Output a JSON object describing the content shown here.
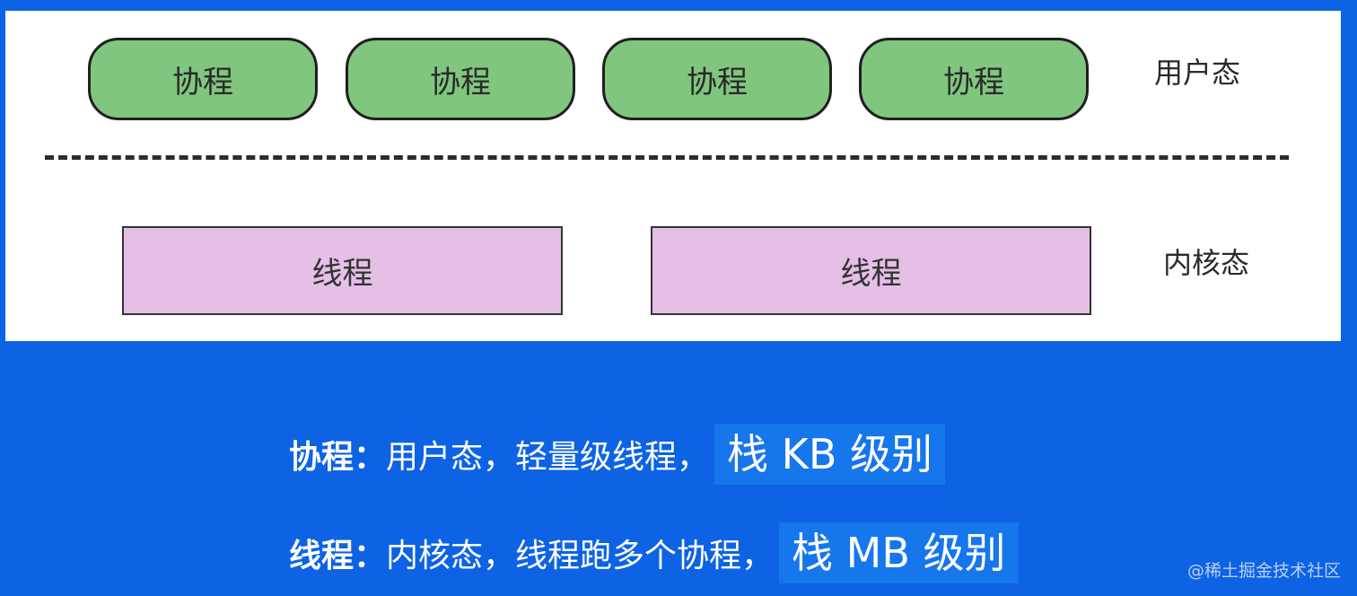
{
  "diagram": {
    "coroutines": [
      "协程",
      "协程",
      "协程",
      "协程"
    ],
    "threads": [
      "线程",
      "线程"
    ],
    "user_mode_label": "用户态",
    "kernel_mode_label": "内核态"
  },
  "notes": {
    "coroutine": {
      "head": "协程：",
      "body": "用户态，轻量级线程，",
      "highlight": "栈 KB 级别"
    },
    "thread": {
      "head": "线程：",
      "body": "内核态，线程跑多个协程，",
      "highlight": "栈 MB 级别"
    }
  },
  "watermark": "@稀土掘金技术社区",
  "colors": {
    "background": "#0d63e3",
    "coroutine_fill": "#80c67f",
    "thread_fill": "#e4bfe6",
    "highlight": "#1676ec"
  }
}
